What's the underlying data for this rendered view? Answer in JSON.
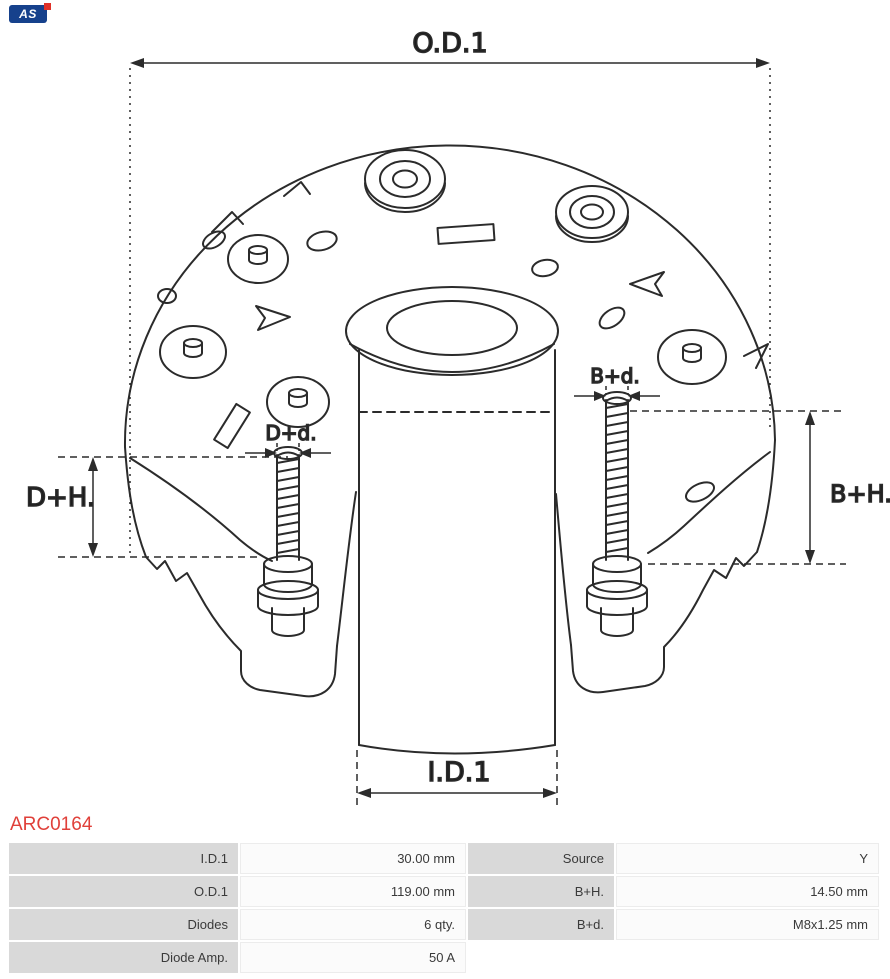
{
  "header": {
    "logo_text": "AS"
  },
  "part_number": "ARC0164",
  "colors": {
    "part_number_text": "#e0403a",
    "logo_bg": "#16418c",
    "logo_accent": "#e03128",
    "drawing_line": "#2b2b2b",
    "table_label_bg": "#d9d9d9"
  },
  "diagram": {
    "description": "rectifier-technical-drawing",
    "labels": {
      "od1": "O.D.1",
      "id1": "I.D.1",
      "dh": "D+H.",
      "bh": "B+H.",
      "dd": "D+d.",
      "bd": "B+d."
    }
  },
  "spec_table": {
    "rows": [
      [
        "I.D.1",
        "30.00 mm",
        "Source",
        "Y"
      ],
      [
        "O.D.1",
        "119.00 mm",
        "B+H.",
        "14.50 mm"
      ],
      [
        "Diodes",
        "6 qty.",
        "B+d.",
        "M8x1.25 mm"
      ],
      [
        "Diode Amp.",
        "50 A",
        "",
        ""
      ]
    ]
  }
}
